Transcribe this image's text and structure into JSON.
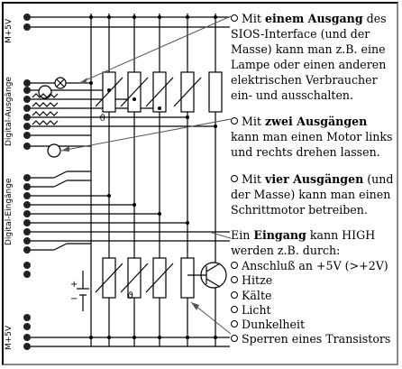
{
  "labels": {
    "top_supply": "M+5V",
    "outputs": "Digital-Ausgänge",
    "inputs": "Digital-Eingänge",
    "bottom_supply": "M+5V",
    "theta_top": "ϑ",
    "theta_bottom": "ϑ",
    "plus": "+",
    "minus": "−"
  },
  "text": {
    "p1": {
      "t1": "Mit ",
      "b1": "einem Ausgang",
      "t2": " des SIOS-Interface (und der Masse) kann man z.B. eine Lampe oder einen anderen elektrischen Verbraucher ein- und ausschalten."
    },
    "p2": {
      "t1": "Mit ",
      "b1": "zwei Ausgängen",
      "t2": " kann man einen Motor links und rechts drehen lassen."
    },
    "p3": {
      "t1": "Mit ",
      "b1": "vier Ausgängen",
      "t2": " (und der Masse) kann man einen Schrittmotor betreiben."
    },
    "p4": {
      "t1": "Ein ",
      "b1": "Eingang",
      "t2": " kann HIGH werden z.B. durch:"
    },
    "list": [
      "Anschluß an +5V (>+2V)",
      "Hitze",
      "Kälte",
      "Licht",
      "Dunkelheit",
      "Sperren eines Transistors"
    ]
  },
  "colors": {
    "line": "#000000",
    "pointer": "#555555"
  }
}
